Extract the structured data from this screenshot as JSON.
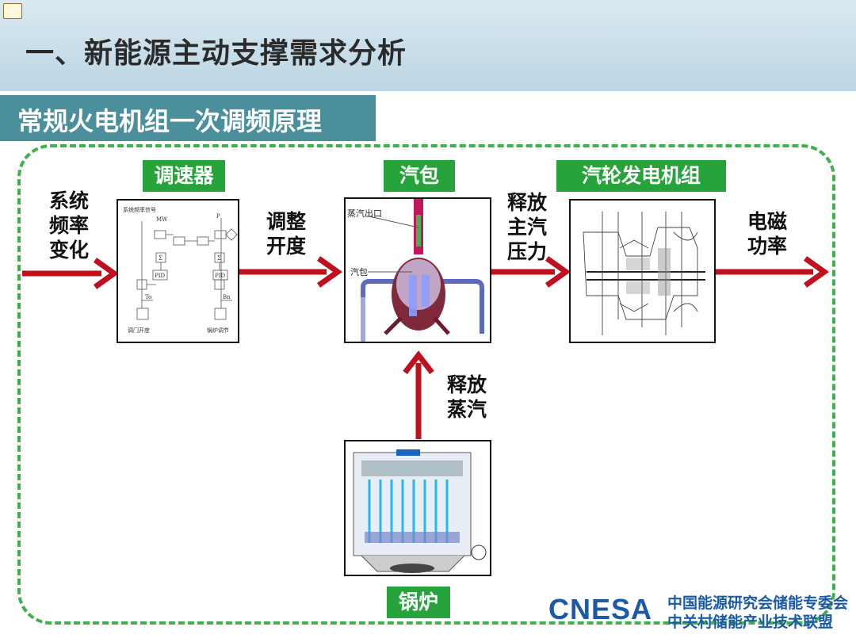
{
  "header": {
    "title": "一、新能源主动支撑需求分析"
  },
  "section": {
    "subtitle": "常规火电机组一次调频原理"
  },
  "labels": {
    "governor": "调速器",
    "drum": "汽包",
    "turbine_generator": "汽轮发电机组",
    "boiler": "锅炉"
  },
  "flow": {
    "input": [
      "系统",
      "频率",
      "变化"
    ],
    "adjust": [
      "调整",
      "开度"
    ],
    "release_main": [
      "释放",
      "主汽",
      "压力"
    ],
    "output": [
      "电磁",
      "功率"
    ],
    "release_steam": [
      "释放",
      "蒸汽"
    ]
  },
  "governor_diagram": {
    "header": "系统频率信号",
    "mw": "MW",
    "p": "P",
    "pid": "PID",
    "sigma": "Σ",
    "to": "To",
    "bn": "Bn",
    "valve": "调门开度",
    "boiler_adj": "锅炉调节"
  },
  "drum_image": {
    "outlet": "蒸汽出口",
    "drum": "汽包"
  },
  "logo": {
    "text": "CNESA",
    "org_line1": "中国能源研究会储能专委会",
    "org_line2": "中关村储能产业技术联盟"
  },
  "colors": {
    "arrow": "#c0101e",
    "label_green": "#27a33c",
    "subtitle": "#4a8f9b",
    "dash": "#3fb04a"
  }
}
